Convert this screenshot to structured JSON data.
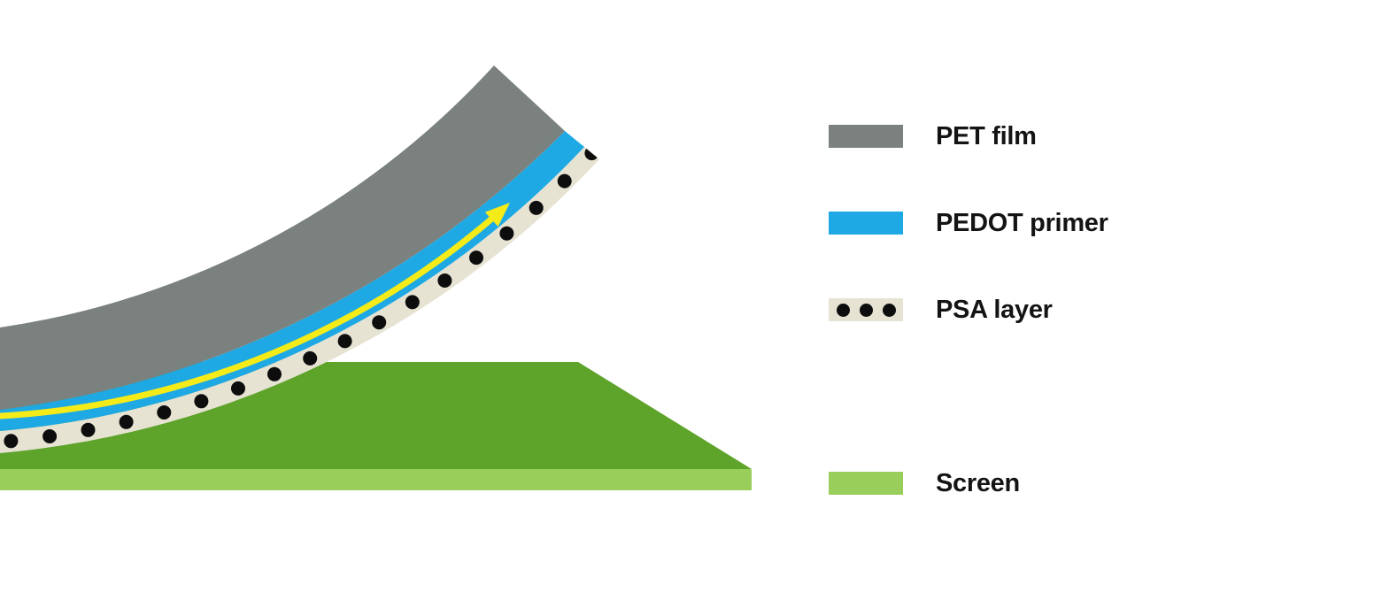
{
  "legend": {
    "text_color": "#141414",
    "items": [
      {
        "id": "pet-film",
        "label": "PET film",
        "swatch_type": "solid",
        "swatch_color": "#7A817E"
      },
      {
        "id": "pedot-primer",
        "label": "PEDOT primer",
        "swatch_type": "solid",
        "swatch_color": "#1EA9E4"
      },
      {
        "id": "psa-layer",
        "label": "PSA layer",
        "swatch_type": "dotted",
        "swatch_color": "#E6E3D3",
        "dot_color": "#0D0D0D"
      },
      {
        "id": "screen",
        "label": "Screen",
        "swatch_type": "solid",
        "swatch_color": "#9ACE5B"
      }
    ]
  },
  "diagram": {
    "description_elements": {
      "film_layers_top_to_bottom": [
        "PET film",
        "PEDOT primer",
        "PSA layer"
      ],
      "substrate": "Screen",
      "arrow": "peel-direction-arrow"
    },
    "colors": {
      "background": "#FFFFFF",
      "pet_film": "#7A817E",
      "pedot_primer": "#1EA9E4",
      "psa_layer": "#E6E3D3",
      "psa_dots": "#0D0D0D",
      "screen_top": "#5EA32A",
      "screen_front": "#9ACE5B",
      "peel_arrow": "#F4EB19"
    }
  }
}
